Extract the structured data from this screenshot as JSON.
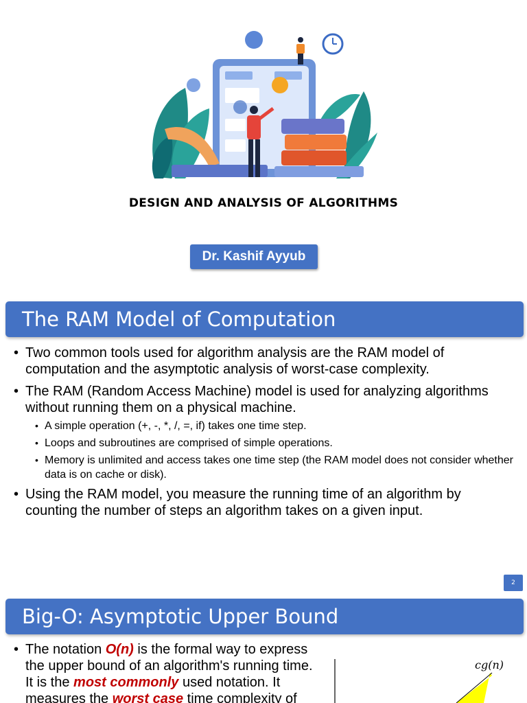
{
  "slide1": {
    "title": "DESIGN AND ANALYSIS OF ALGORITHMS",
    "author": "Dr. Kashif Ayyub"
  },
  "slide2": {
    "header": "The RAM Model of Computation",
    "bullets": [
      "Two common tools used for algorithm analysis are the RAM model of computation and the asymptotic analysis of worst-case complexity.",
      "The RAM (Random Access Machine) model is used for analyzing algorithms without running them on a physical machine."
    ],
    "subbullets": [
      "A simple operation (+, -, *, /, =, if) takes one time step.",
      "Loops and subroutines are comprised of simple operations.",
      "Memory is unlimited and access takes one time step (the RAM model does not consider whether data is on cache or disk)."
    ],
    "last_bullet": "Using the RAM model, you measure the running time of an algorithm by counting the number of steps an algorithm takes on a given input.",
    "page_number": "2"
  },
  "slide3": {
    "header": "Big-O: Asymptotic Upper Bound",
    "text_1": "The notation ",
    "emph_1": "O(n)",
    "text_2": " is the formal way to express the upper bound of an algorithm's running time. It is the ",
    "emph_2": "most commonly",
    "text_3": " used notation. It measures the ",
    "emph_3": "worst case",
    "text_4": " time complexity of",
    "graph_label": "cg(n)"
  },
  "colors": {
    "accent": "#4472c4",
    "emphasis": "#c00000"
  }
}
